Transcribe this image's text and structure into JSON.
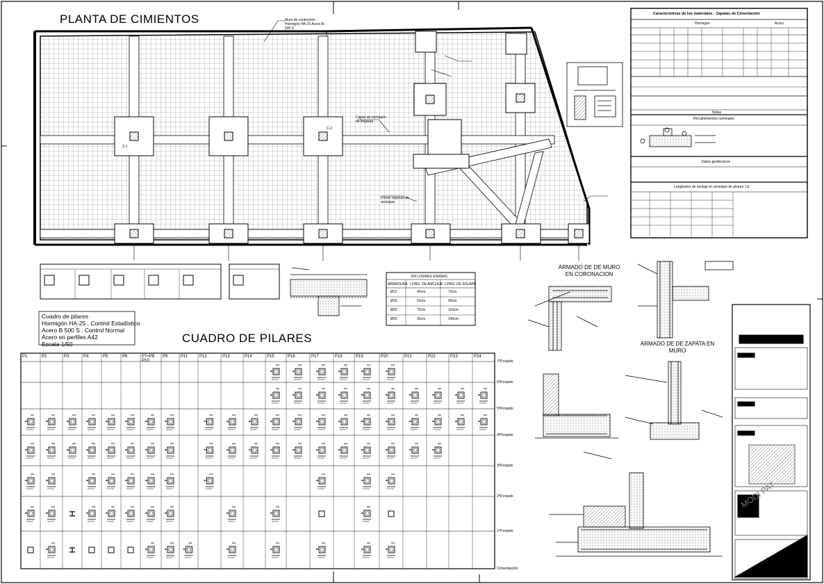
{
  "sheet": {
    "plan_title": "PLANTA DE CIMIENTOS",
    "table_title": "CUADRO DE PILARES",
    "detail_title_1": "ARMADO DE DE MURO EN CORONACION",
    "detail_title_2": "ARMADO DE DE ZAPATA EN MURO",
    "watermark": "MODI PAT"
  },
  "plan": {
    "beam_label": "C-2",
    "footing_label": "Z-1",
    "note_top": "Muro de contención Hormigón HA-25 Acero B-500 S",
    "note_mid": "Capas de hormigón de limpieza",
    "note_low": "Prever esperas de arranque"
  },
  "legend": {
    "lines": [
      "Cuadro de pilares",
      "Hormigón  HA-25 . Control Estadístico",
      "Acero  B 500 S . Control Normal",
      "Acero en perfiles  A42",
      "Escala  1/50"
    ]
  },
  "characteristics": {
    "title": "Características de los materiales - Zapatas de Cimentación",
    "subtitle": "Hormigón",
    "steel": "Acero",
    "section_notes": "Notas",
    "section_recubrimientos": "Recubrimientos nominales",
    "section_geotec": "Datos geotécnicos",
    "section_anchor": "Longitudes de anclaje en arranque de pilares. Lb"
  },
  "anchor_table": {
    "title": "EN LOSINES ENANAS",
    "headers": [
      "ARMADURA",
      "LONG. DE ANCLAJE",
      "LONG. DE SOLAPE"
    ],
    "rows": [
      [
        "Ø12",
        "45cm.",
        "70cm."
      ],
      [
        "Ø16",
        "60cm.",
        "90cm."
      ],
      [
        "Ø20",
        "75cm.",
        "110cm."
      ],
      [
        "Ø25",
        "95cm.",
        "140cm."
      ]
    ]
  },
  "columns": {
    "labels": [
      "P1",
      "P2",
      "P3",
      "P4",
      "P5",
      "P6",
      "P7=P8 P10",
      "P9",
      "P11",
      "P12",
      "P13",
      "P14",
      "P15",
      "P16",
      "P17",
      "P18",
      "P19",
      "P20",
      "P21",
      "P22",
      "P23",
      "P24"
    ]
  },
  "floors": {
    "labels": [
      "7ºForjado",
      "6ºForjado",
      "5ºForjado",
      "4ºForjado",
      "3ºForjado",
      "2ºForjado",
      "1ºForjado",
      "Cimentación"
    ]
  },
  "colors": {
    "line": "#000000",
    "grid": "#555555",
    "hatch": "#777777",
    "paper": "#ffffff"
  }
}
